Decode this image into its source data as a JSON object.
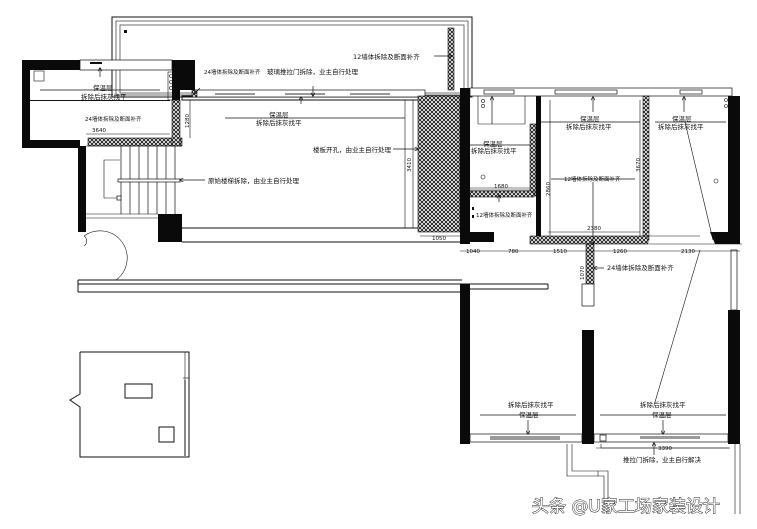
{
  "drawing": {
    "title": "floor plan demolition notes",
    "colors": {
      "wall": "#0a0a0a",
      "line": "#111111",
      "background": "#ffffff",
      "glass": "#9a9a9a"
    },
    "annotations": {
      "insulation": "保温层",
      "plaster_level": "拆除后抹灰找平",
      "wall24_top_left": "24墙体拆除及断面补齐",
      "wall24_small_top": "24墙体拆除及断面补齐",
      "wall12_top": "12墙体拆除及断面补齐",
      "glass_door": "玻璃推拉门拆除，业主自行处理",
      "floor_hole": "楼板开孔，由业主自行处理",
      "stairs_removal": "原始楼梯拆除，由业主自行处理",
      "wall12_bath": "12墙体拆除及断面补齐",
      "wall12_mid": "12墙体拆除及断面补齐",
      "wall24_mid": "24墙体拆除及断面补齐",
      "sliding_door": "推拉门拆除，业主自行解决"
    },
    "dimensions": {
      "d3640": "3640",
      "d1280": "1280",
      "d3410": "3410",
      "d1050": "1050",
      "d1680": "1680",
      "d2860": "2860",
      "d3670": "3670",
      "d2380": "2380",
      "d1040": "1040",
      "d780": "780",
      "d1510": "1510",
      "d1260": "1260",
      "d2130": "2130",
      "d1070": "1070",
      "d3390": "3390"
    }
  },
  "watermark": "头条 @U家工场家装设计"
}
